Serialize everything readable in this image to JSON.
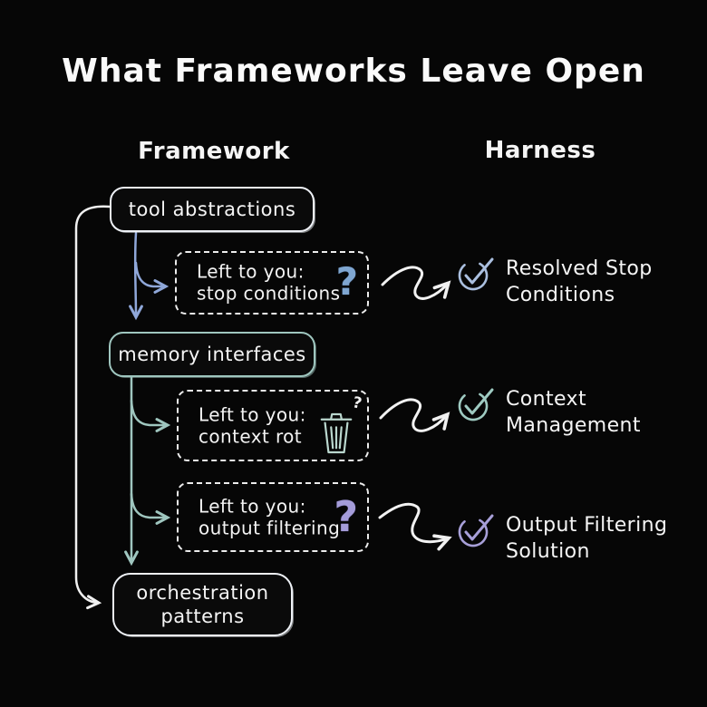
{
  "title": "What Frameworks Leave Open",
  "columns": {
    "framework": "Framework",
    "harness": "Harness"
  },
  "framework_boxes": [
    {
      "label": "tool abstractions"
    },
    {
      "label": "memory interfaces"
    },
    {
      "label": "orchestration\npatterns"
    }
  ],
  "gap_boxes": [
    {
      "line1": "Left to you:",
      "line2": "stop conditions",
      "icon": "question-mark-icon",
      "icon_char": "?",
      "icon_color": "#7fa6d1"
    },
    {
      "line1": "Left to you:",
      "line2": "context rot",
      "icon": "trash-icon",
      "overlay_char": "?",
      "icon_color": "#bad7ce"
    },
    {
      "line1": "Left to you:",
      "line2": "output filtering",
      "icon": "question-mark-icon",
      "icon_char": "?",
      "icon_color": "#a49cd9"
    }
  ],
  "harness_items": [
    {
      "line1": "Resolved Stop",
      "line2": "Conditions",
      "icon": "check-circle-icon",
      "check_color": "#aabfdf"
    },
    {
      "line1": "Context",
      "line2": "Management",
      "icon": "check-circle-icon",
      "check_color": "#9ecac1"
    },
    {
      "line1": "Output Filtering",
      "line2": "Solution",
      "icon": "check-circle-icon",
      "check_color": "#a79fd8"
    }
  ],
  "colors": {
    "background": "#060606",
    "text": "#f2f2f2",
    "solid_box_border": "#eef1f6",
    "memory_box_border": "#9fc6bf",
    "dashed_border": "#ececec",
    "arrow_white": "#f0f0f0",
    "arrow_blue": "#8fa7d9",
    "arrow_teal": "#9fc6bf"
  }
}
